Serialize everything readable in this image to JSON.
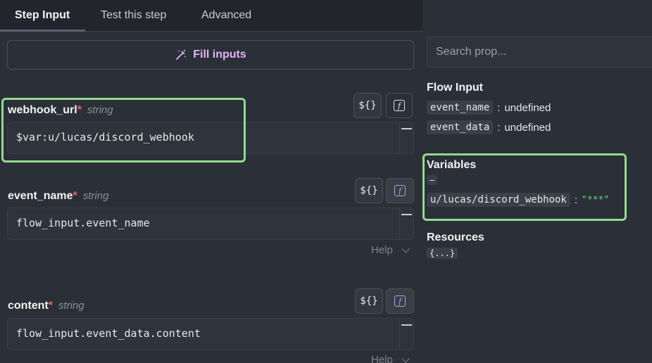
{
  "tabs": [
    {
      "label": "Step Input",
      "active": true
    },
    {
      "label": "Test this step",
      "active": false
    },
    {
      "label": "Advanced",
      "active": false
    }
  ],
  "fill_button": {
    "label": "Fill inputs",
    "icon": "magic-wand-icon"
  },
  "fields": [
    {
      "name": "webhook_url",
      "required": "*",
      "type": "string",
      "value": "$var:u/lucas/discord_webhook",
      "help": ""
    },
    {
      "name": "event_name",
      "required": "*",
      "type": "string",
      "value": "flow_input.event_name",
      "help": "Help"
    },
    {
      "name": "content",
      "required": "*",
      "type": "string",
      "value": "flow_input.event_data.content",
      "help": "Help"
    }
  ],
  "buttons": {
    "template_label": "${}"
  },
  "props": {
    "search_placeholder": "Search prop...",
    "flow_input": {
      "title": "Flow Input",
      "items": [
        {
          "key": "event_name",
          "sep": ":",
          "value": "undefined"
        },
        {
          "key": "event_data",
          "sep": ":",
          "value": "undefined"
        }
      ]
    },
    "variables": {
      "title": "Variables",
      "collapse": "–",
      "item": {
        "key": "u/lucas/discord_webhook",
        "sep": ":",
        "value": "\"***\""
      }
    },
    "resources": {
      "title": "Resources",
      "collapsed": "{...}"
    }
  },
  "colors": {
    "accent_highlight": "#93d98f",
    "required": "#f25f5c",
    "fill_inputs": "#e4b3f7",
    "secret_value": "#6fcf85"
  }
}
